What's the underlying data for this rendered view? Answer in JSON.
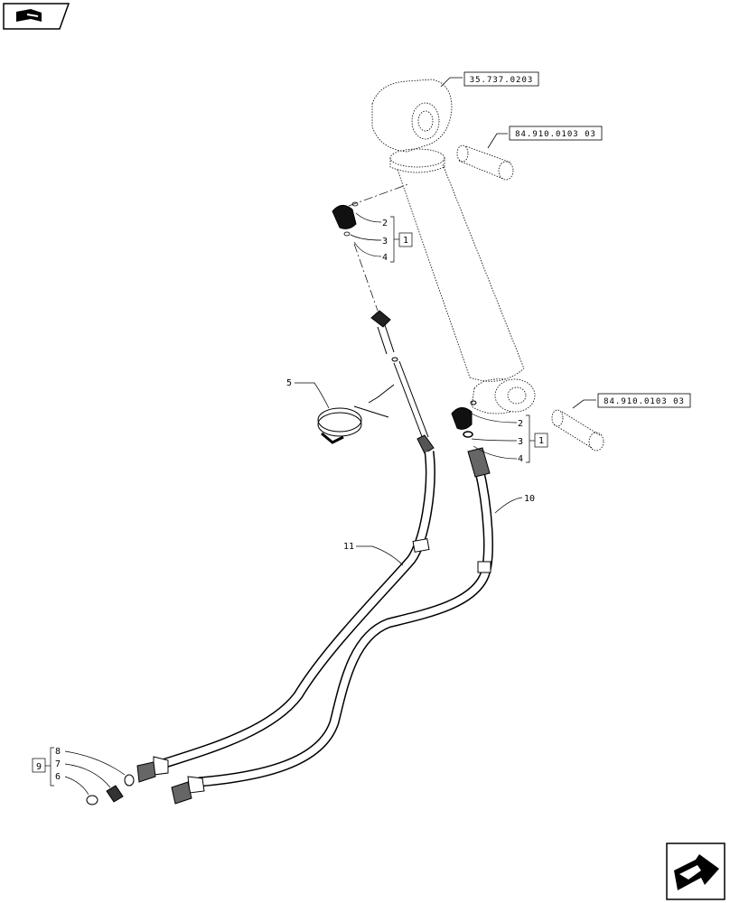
{
  "diagram": {
    "references": {
      "top_ref": "35.737.0203",
      "pin_ref_upper": "84.910.0103 03",
      "pin_ref_lower": "84.910.0103 03"
    },
    "callouts": {
      "c1_upper": "1",
      "c1_lower": "1",
      "c2_upper": "2",
      "c3_upper": "3",
      "c4_upper": "4",
      "c2_lower": "2",
      "c3_lower": "3",
      "c4_lower": "4",
      "c5": "5",
      "c6": "6",
      "c7": "7",
      "c8": "8",
      "c9": "9",
      "c10": "10",
      "c11": "11"
    },
    "icons": {
      "top_left": "book-wrench-icon",
      "bottom_right": "next-page-arrow-icon"
    }
  }
}
